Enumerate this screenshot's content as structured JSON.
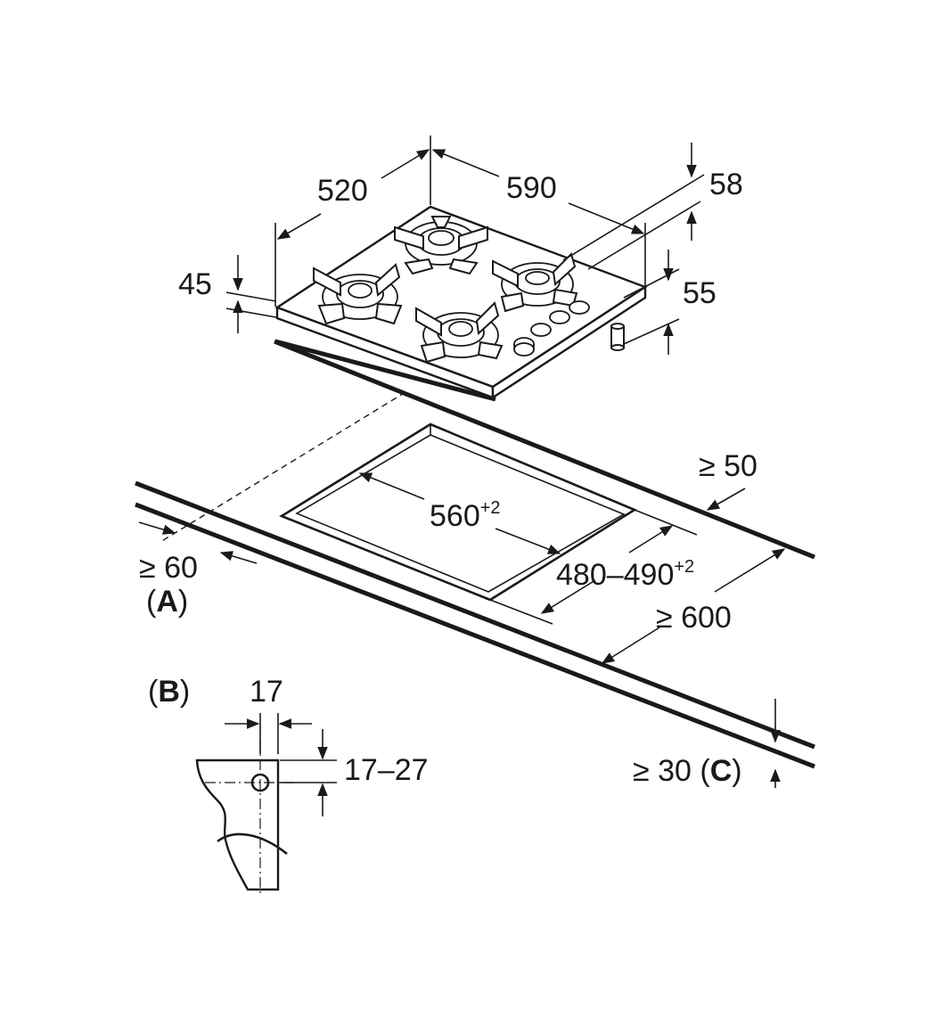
{
  "dimensions": {
    "depth": "520",
    "width": "590",
    "burner_height": "58",
    "body_height": "45",
    "body_depth": "55",
    "rear_clearance": "≥ 50",
    "cutout_width_value": "560",
    "cutout_width_tol": "+2",
    "cutout_depth_value": "480–490",
    "cutout_depth_tol": "+2",
    "worktop_depth": "≥ 600",
    "front_clearance": "≥ 60",
    "worktop_thickness": "≥ 30",
    "bracket_width": "17",
    "bracket_height": "17–27"
  },
  "labels": {
    "a_open": "(",
    "a_letter": "A",
    "a_close": ")",
    "b_open": "(",
    "b_letter": "B",
    "b_close": ")",
    "c_open": "(",
    "c_letter": "C",
    "c_close": ")"
  }
}
